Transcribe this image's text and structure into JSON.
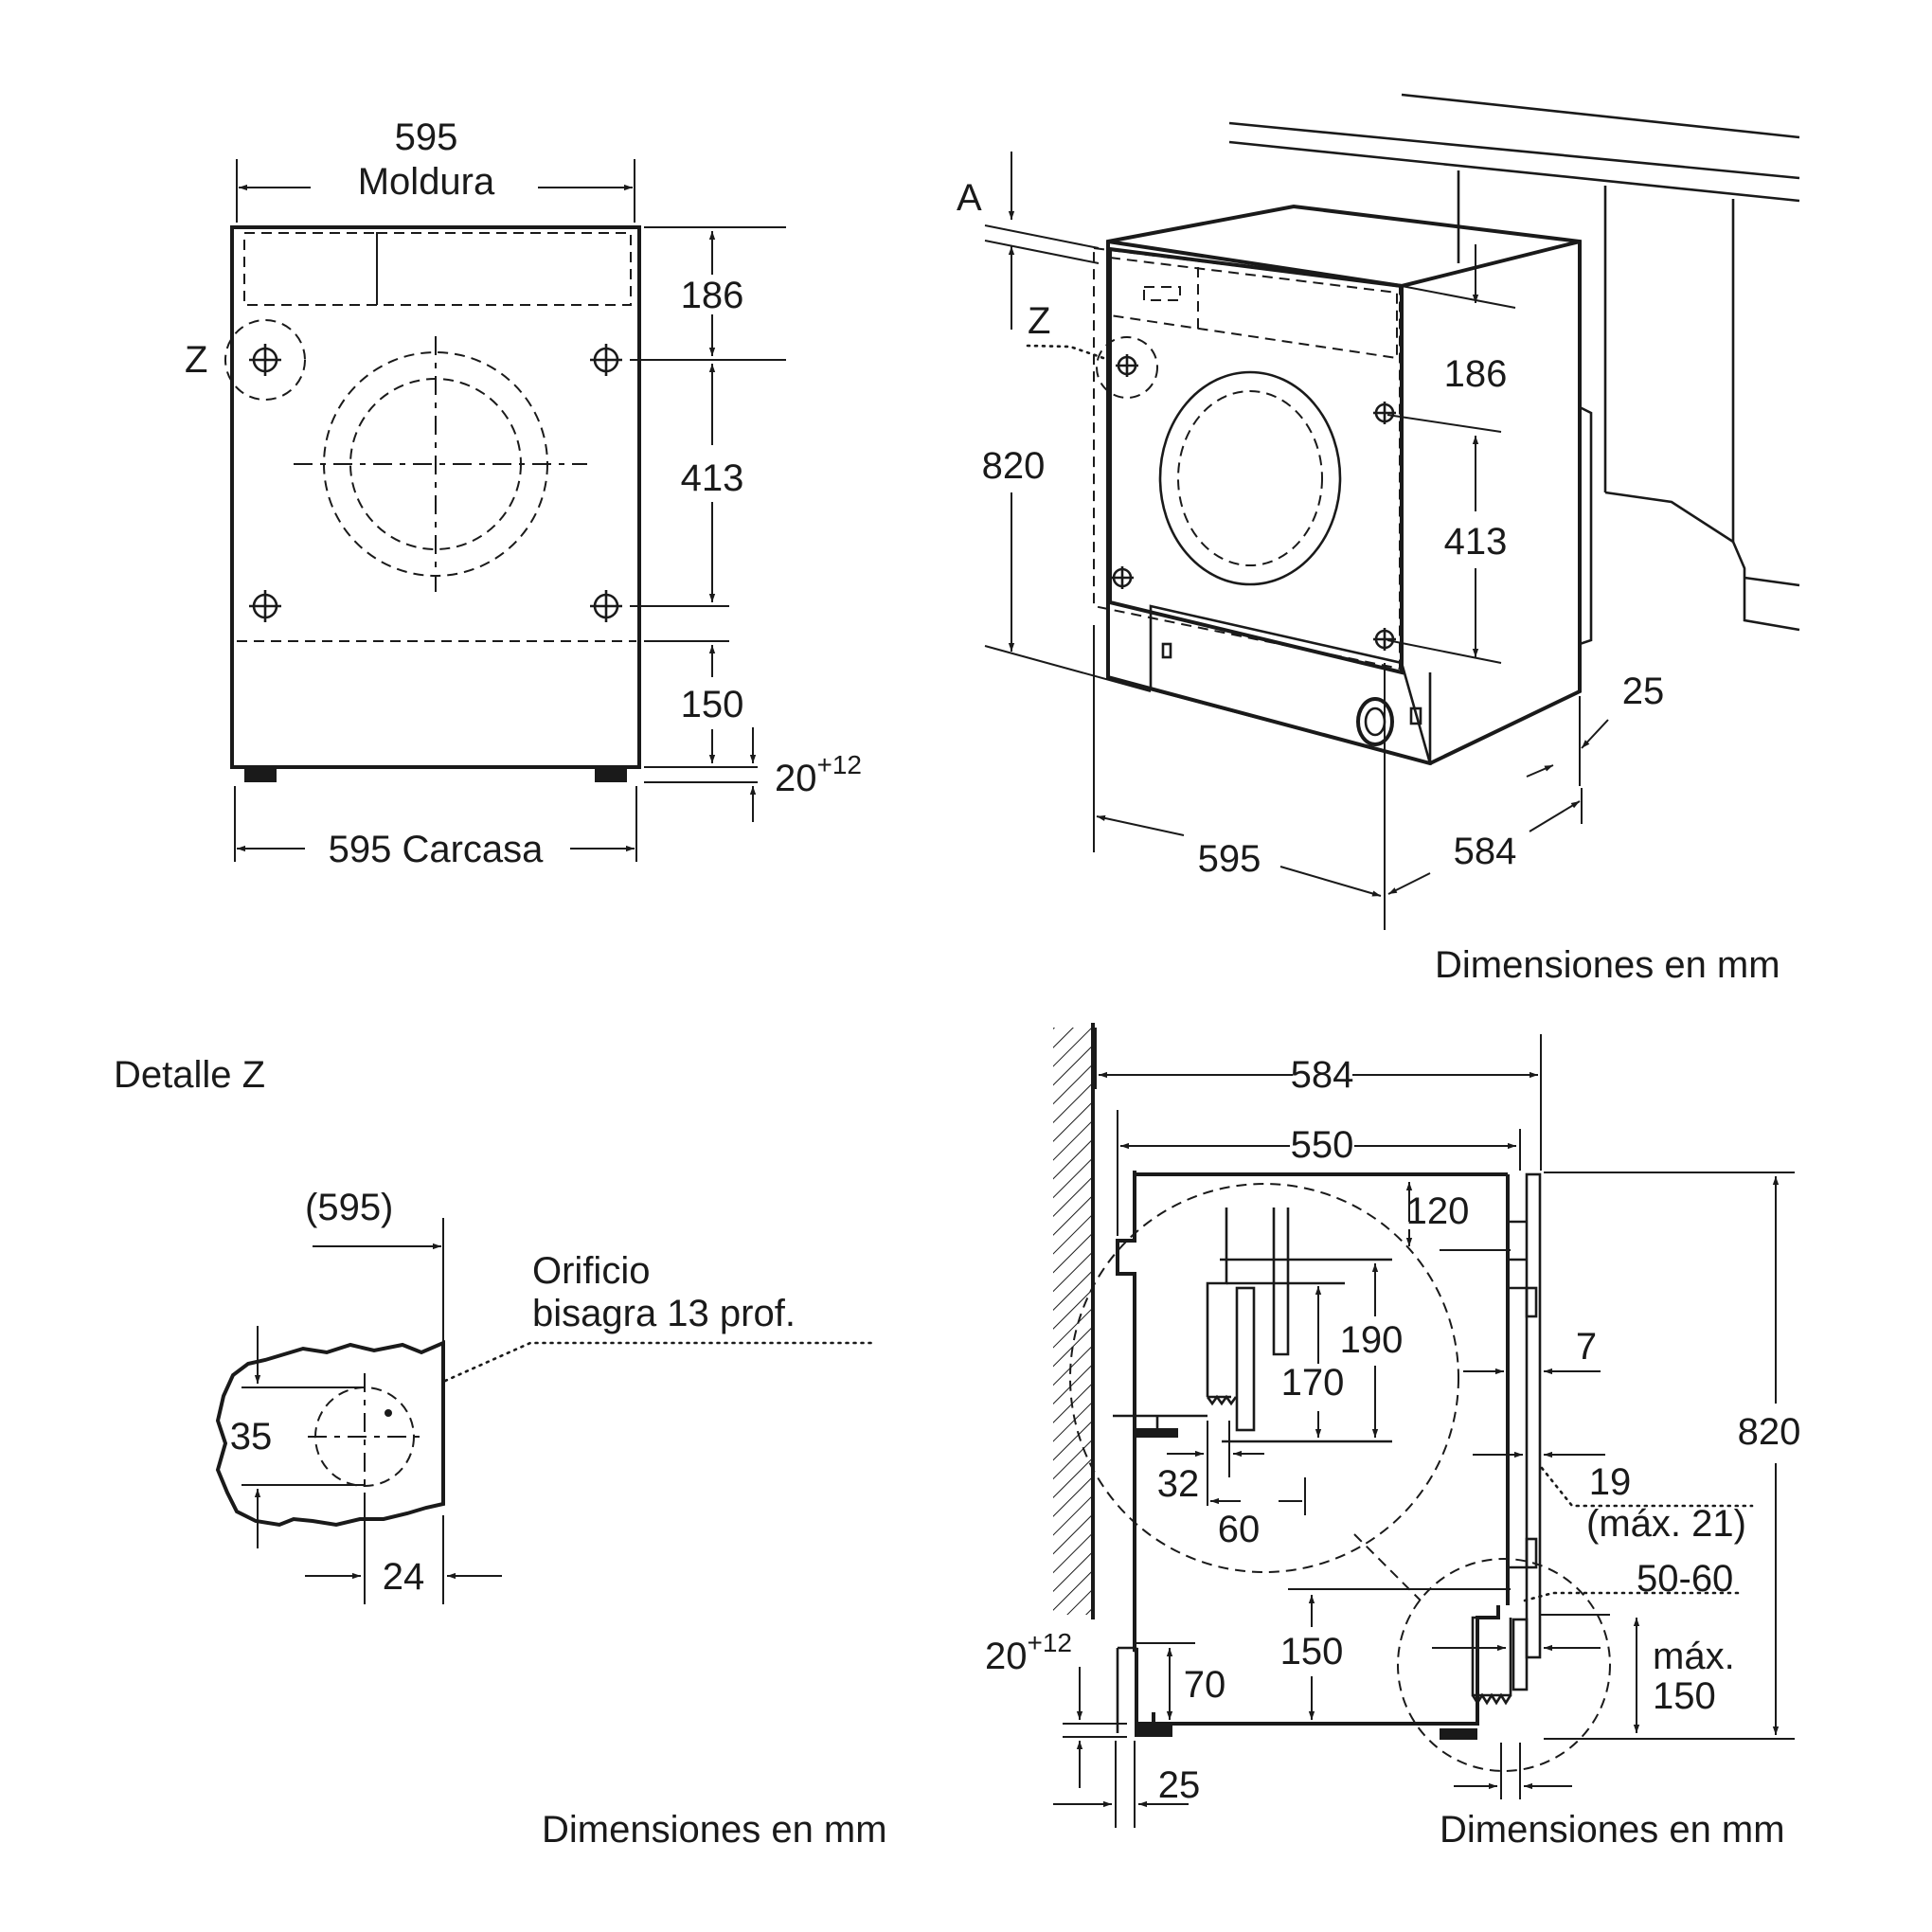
{
  "front_view": {
    "width_frame": "595",
    "frame_label": "Moldura",
    "height_top": "186",
    "height_hinges": "413",
    "height_bottom": "150",
    "feet": "20",
    "feet_sup": "+12",
    "width_housing": "595 Carcasa",
    "detail_marker": "Z"
  },
  "iso_view": {
    "label_a": "A",
    "detail_marker": "Z",
    "height_total": "820",
    "height_top": "186",
    "height_hinges": "413",
    "offset": "25",
    "width": "595",
    "depth": "584",
    "units_note": "Dimensiones en mm"
  },
  "detail_z": {
    "title": "Detalle Z",
    "ref_width": "(595)",
    "hole_label_1": "Orificio",
    "hole_label_2": "bisagra 13 prof.",
    "dim_height": "35",
    "dim_width": "24",
    "units_note": "Dimensiones en mm"
  },
  "side_view": {
    "depth_total": "584",
    "depth_inner": "550",
    "top_gap": "120",
    "hinge_upper": "190",
    "hinge_lower": "170",
    "inset_a": "32",
    "inset_b": "60",
    "door_gap": "7",
    "panel": "19",
    "panel_max": "(máx. 21)",
    "plinth": "50-60",
    "plinth_max_1": "máx.",
    "plinth_max_2": "150",
    "height_total": "820",
    "bottom_gap": "150",
    "base": "70",
    "feet": "20",
    "feet_sup": "+12",
    "foot_offset": "25",
    "units_note": "Dimensiones en mm"
  }
}
